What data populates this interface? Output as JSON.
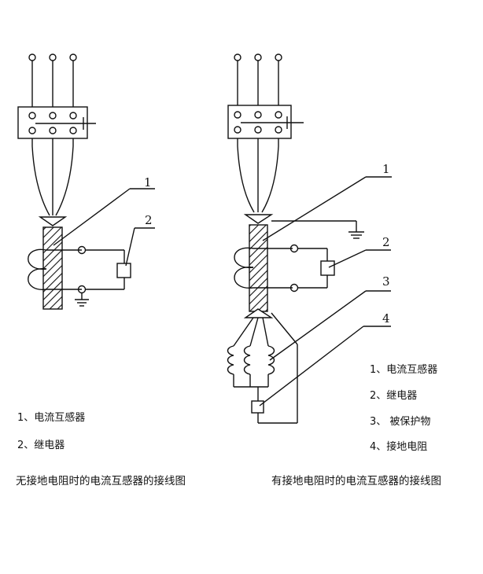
{
  "left": {
    "callout_1": "1",
    "callout_2": "2",
    "legend": [
      "1、电流互感器",
      "2、继电器"
    ],
    "caption": "无接地电阻时的电流互感器的接线图"
  },
  "right": {
    "callout_1": "1",
    "callout_2": "2",
    "callout_3": "3",
    "callout_4": "4",
    "legend": [
      "1、电流互感器",
      "2、继电器",
      "3、 被保护物",
      "4、接地电阻"
    ],
    "caption": "有接地电阻时的电流互感器的接线图"
  }
}
